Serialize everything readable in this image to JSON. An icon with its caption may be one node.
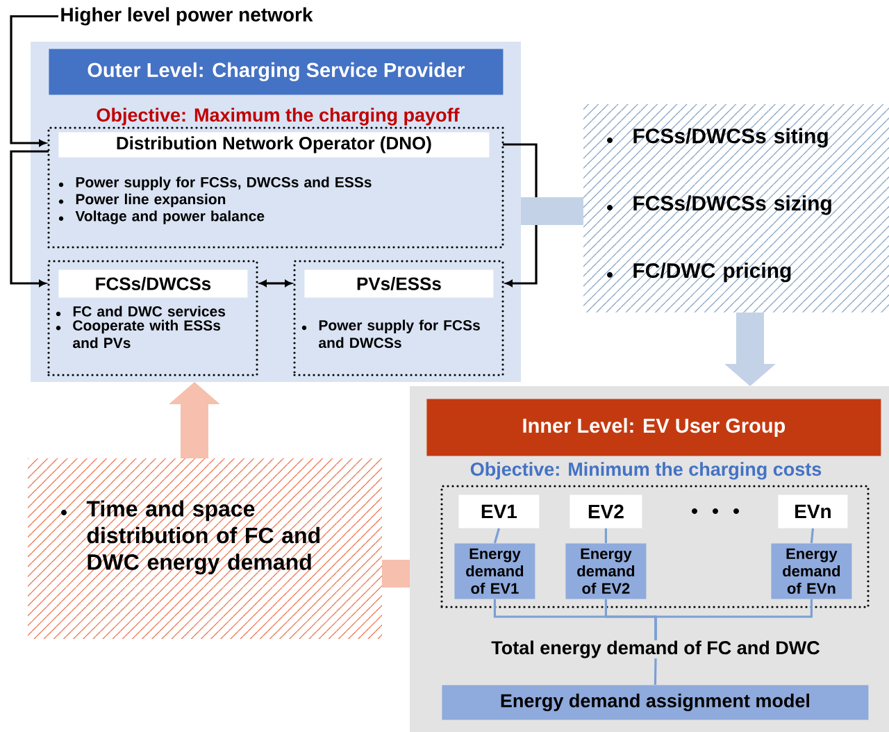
{
  "diagram": {
    "nodes": [
      {
        "text": [
          "Higher level power network"
        ]
      },
      {
        "text": [
          "Objective: Maximum the charging payoff"
        ]
      },
      {
        "text": [
          "Outer Level: Charging Service Provider"
        ],
        "in": 1
      },
      {
        "text": [
          "Distribution Network Operator (DNO)",
          "Power supply for FCSs, DWCSs and ESSs",
          "Power line expansion",
          "Voltage and power balance"
        ],
        "in": 1
      },
      {
        "text": [
          "FCSs/DWCSs",
          "FC  and DWC services",
          "Cooperate with ESSs and PVs"
        ],
        "in": 1
      },
      {
        "text": [
          "PVs/ESSs",
          "Power supply for FCSs and DWCSs"
        ],
        "in": 1
      },
      {
        "text": [
          "FCSs/DWCSs siting",
          "FCSs/DWCSs sizing",
          "FC/DWC pricing"
        ]
      },
      {
        "text": [
          "Time and space distribution of FC and DWC energy demand"
        ]
      },
      {
        "text": [
          "Objective: Minimum the charging costs"
        ]
      },
      {
        "text": [
          "Inner Level: EV User Group"
        ],
        "in": 8
      },
      {
        "text": [],
        "shape": "box",
        "in": 8
      },
      {
        "text": [
          "EV1"
        ],
        "in": 10
      },
      {
        "text": [
          "EV2"
        ],
        "in": 10
      },
      {
        "text": [
          "EVn"
        ],
        "in": 10
      },
      {
        "text": [
          "Energy demand of EV1"
        ],
        "in": 10
      },
      {
        "text": [
          "Energy demand of EV2"
        ],
        "in": 10
      },
      {
        "text": [
          "Energy demand of EVn"
        ],
        "in": 10
      },
      {
        "text": [
          "Total energy demand of FC and DWC"
        ],
        "in": 8
      },
      {
        "text": [
          "Energy demand assignment model"
        ],
        "in": 8
      }
    ],
    "edges": [
      {
        "from": 0,
        "to": 3,
        "arrow": "to",
        "color": "#000000"
      },
      {
        "from": 3,
        "to": 4,
        "arrow": "to",
        "color": "#000000"
      },
      {
        "from": 3,
        "to": 5,
        "arrow": "to",
        "color": "#000000"
      },
      {
        "from": 4,
        "to": 5,
        "arrow": "both",
        "color": "#000000"
      },
      {
        "from": 1,
        "to": 6,
        "arrow": "none",
        "style": "thick",
        "color": "#c3d2e6"
      },
      {
        "from": 6,
        "to": 8,
        "arrow": "to",
        "style": "thick",
        "color": "#c3d2e6"
      },
      {
        "from": 8,
        "to": 7,
        "arrow": "none",
        "style": "thick",
        "color": "#f6bfae"
      },
      {
        "from": 7,
        "to": 1,
        "arrow": "to",
        "style": "thick",
        "color": "#f6bfae"
      },
      {
        "from": 11,
        "to": 14,
        "arrow": "none",
        "color": "#7ba0d4"
      },
      {
        "from": 12,
        "to": 15,
        "arrow": "none",
        "color": "#7ba0d4"
      },
      {
        "from": 13,
        "to": 16,
        "arrow": "none",
        "color": "#7ba0d4"
      },
      {
        "from": 14,
        "to": 17,
        "arrow": "none",
        "color": "#7ba0d4"
      },
      {
        "from": 15,
        "to": 17,
        "arrow": "none",
        "color": "#7ba0d4"
      },
      {
        "from": 16,
        "to": 17,
        "arrow": "none",
        "color": "#7ba0d4"
      },
      {
        "from": 17,
        "to": 18,
        "arrow": "none",
        "color": "#7ba0d4"
      }
    ]
  }
}
